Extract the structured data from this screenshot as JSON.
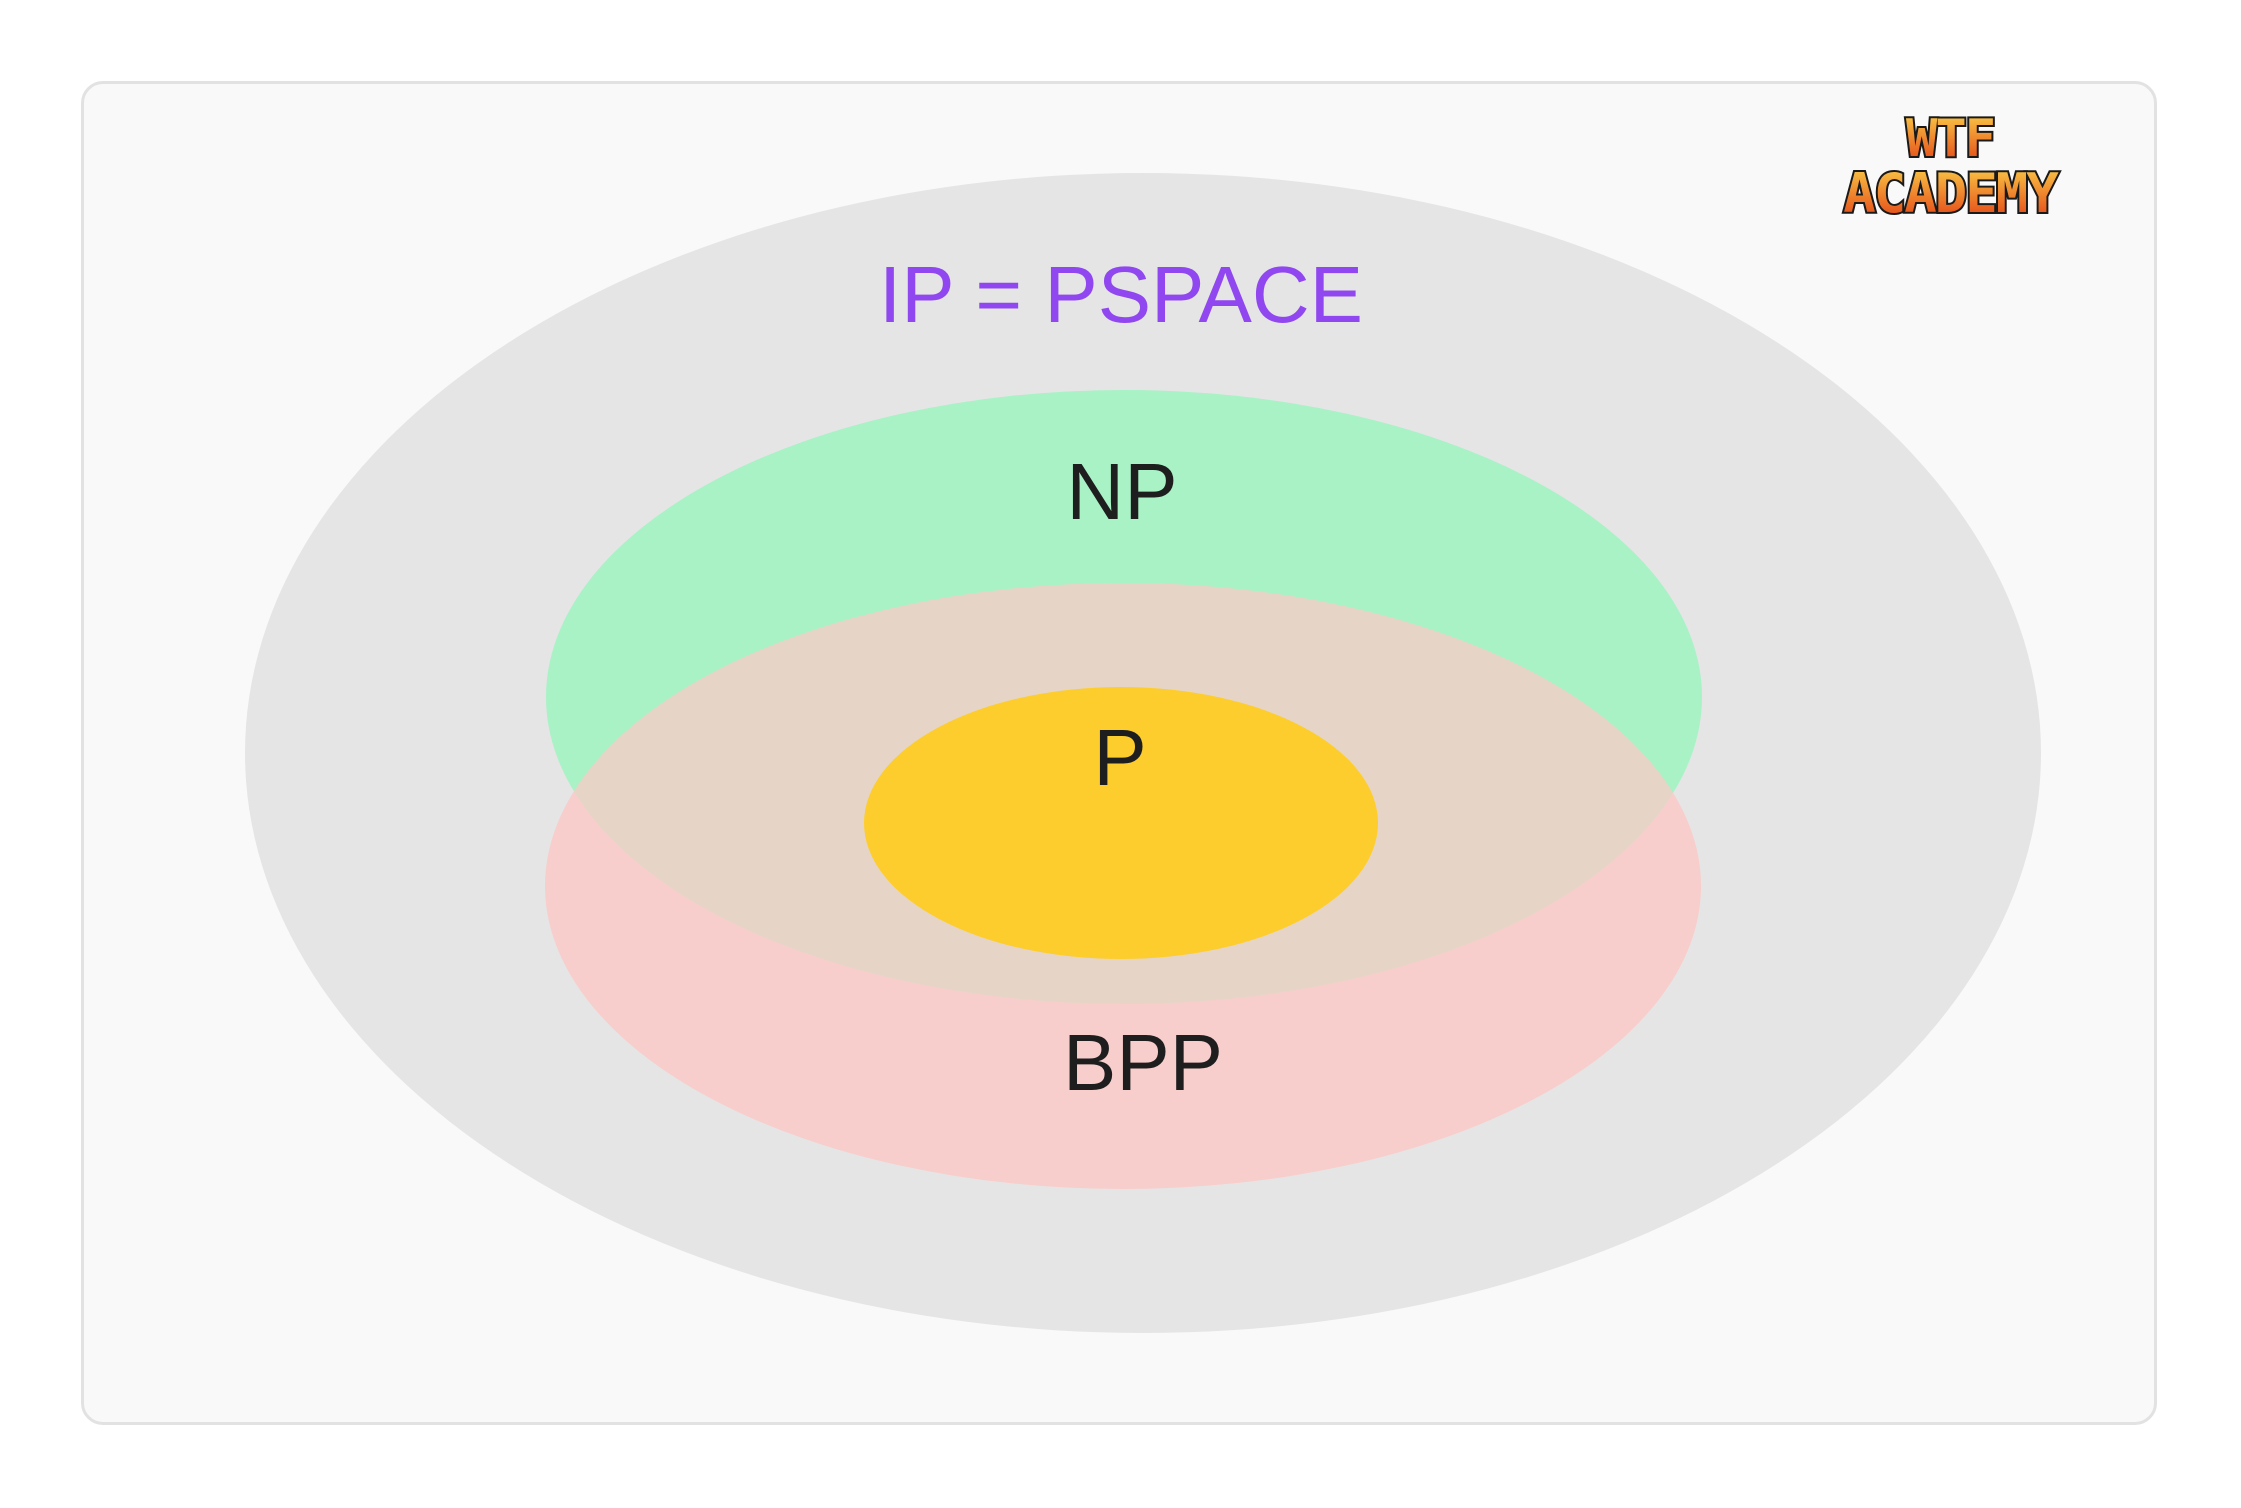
{
  "diagram": {
    "regions": [
      {
        "id": "ip-pspace",
        "label": "IP = PSPACE",
        "fill": "#e5e5e5",
        "label_color": "#9147f0"
      },
      {
        "id": "np",
        "label": "NP",
        "fill": "#a8f2c6",
        "label_color": "#1e1e1e"
      },
      {
        "id": "bpp",
        "label": "BPP",
        "fill": "#f7cecc",
        "label_color": "#1e1e1e"
      },
      {
        "id": "np-bpp-overlap",
        "fill": "#e6d5c7"
      },
      {
        "id": "p",
        "label": "P",
        "fill": "#fdcd2d",
        "label_color": "#1e1e1e"
      }
    ]
  },
  "logo": {
    "line1": "WTF",
    "line2": "ACADEMY",
    "colors": {
      "top": "#fbd24a",
      "bottom": "#e23a12",
      "outline": "#1a1a1a"
    }
  },
  "colors": {
    "card_background": "#f9f9f9",
    "card_border": "#e2e2e2"
  }
}
